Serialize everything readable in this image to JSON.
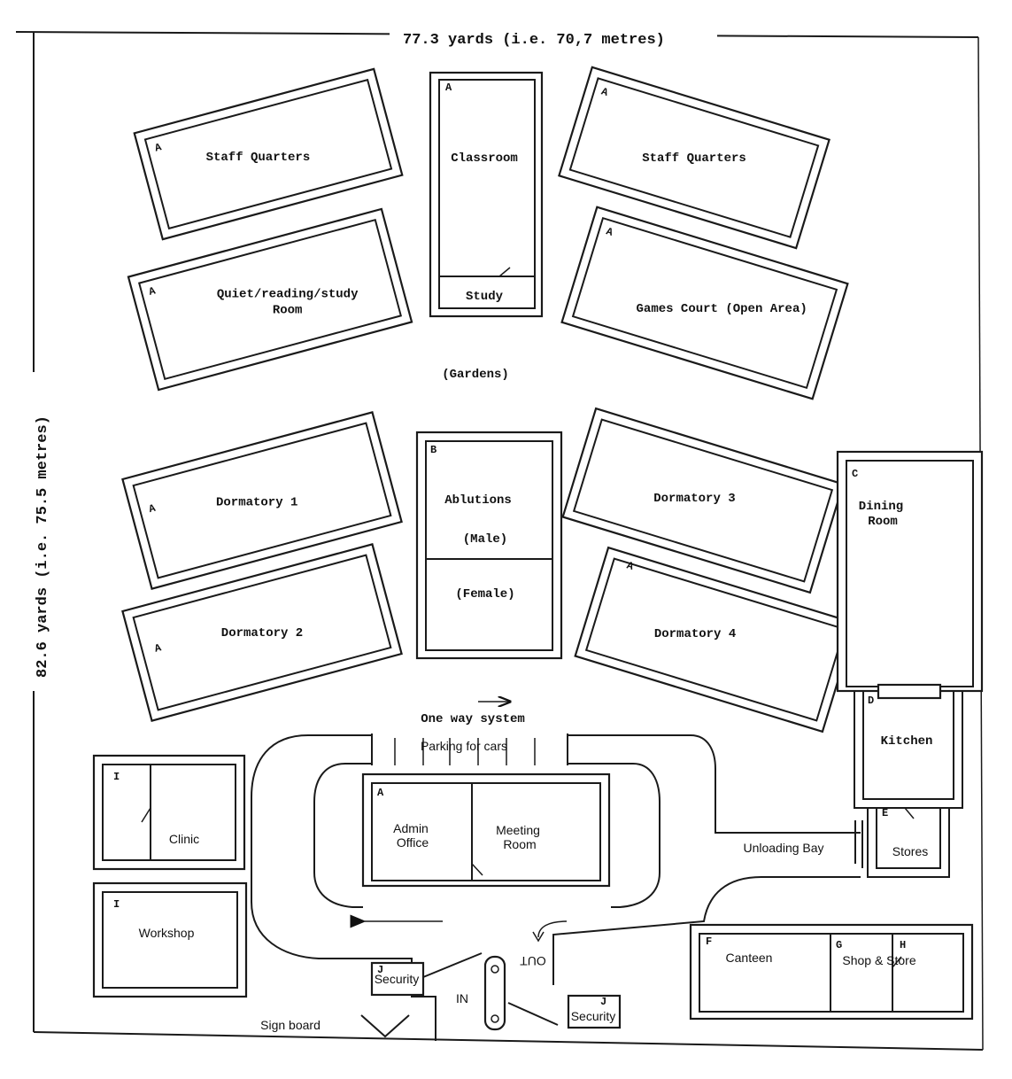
{
  "dimensions": {
    "width_label": "77.3 yards (i.e. 70,7 metres)",
    "height_label": "82.6 yards (i.e. 75.5 metres)"
  },
  "buildings": {
    "staff_quarters_left": {
      "letter": "A",
      "name": "Staff Quarters"
    },
    "staff_quarters_right": {
      "letter": "A",
      "name": "Staff Quarters"
    },
    "classroom": {
      "letter": "A",
      "name": "Classroom",
      "sub": "Study"
    },
    "quiet_room": {
      "letter": "A",
      "name_line1": "Quiet/reading/study",
      "name_line2": "Room"
    },
    "games_court": {
      "letter": "A",
      "name": "Games Court (Open Area)"
    },
    "dormitory_1": {
      "letter": "A",
      "name": "Dormatory 1"
    },
    "dormitory_2": {
      "letter": "A",
      "name": "Dormatory 2"
    },
    "dormitory_3": {
      "letter": "",
      "name": "Dormatory 3"
    },
    "dormitory_4": {
      "letter": "A",
      "name": "Dormatory 4"
    },
    "ablutions": {
      "letter": "B",
      "name": "Ablutions",
      "male": "(Male)",
      "female": "(Female)"
    },
    "dining_room": {
      "letter": "C",
      "name_line1": "Dining",
      "name_line2": "Room"
    },
    "kitchen": {
      "letter": "D",
      "name": "Kitchen"
    },
    "stores": {
      "letter": "E",
      "name": "Stores"
    },
    "clinic": {
      "letter": "I",
      "name": "Clinic"
    },
    "workshop": {
      "letter": "I",
      "name": "Workshop"
    },
    "admin": {
      "letter": "A",
      "office_line1": "Admin",
      "office_line2": "Office",
      "meeting_line1": "Meeting",
      "meeting_line2": "Room"
    },
    "canteen": {
      "letter": "F",
      "name": "Canteen"
    },
    "shop": {
      "letter": "G",
      "name": "Shop & Store"
    },
    "shop_h": {
      "letter": "H"
    },
    "security_left": {
      "letter": "J",
      "name": "Security"
    },
    "security_right": {
      "letter": "J",
      "name": "Security"
    }
  },
  "labels": {
    "gardens": "(Gardens)",
    "one_way": "One way system",
    "parking": "Parking for cars",
    "unloading": "Unloading Bay",
    "sign_board": "Sign board",
    "gate_in": "IN",
    "gate_out": "OUT"
  }
}
